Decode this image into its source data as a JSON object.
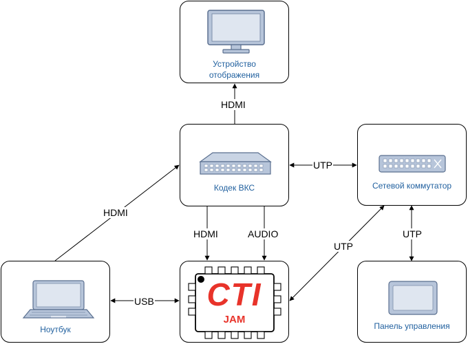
{
  "nodes": {
    "display": {
      "label_line1": "Устройство",
      "label_line2": "отображения",
      "icon": "monitor-icon"
    },
    "codec": {
      "label": "Кодек ВКС",
      "icon": "codec-device-icon"
    },
    "switch": {
      "label": "Сетевой коммутатор",
      "icon": "network-switch-icon"
    },
    "laptop": {
      "label": "Ноутбук",
      "icon": "laptop-icon"
    },
    "jam": {
      "logo_text": "CTI",
      "label": "JAM",
      "icon": "cti-jam-chip-icon"
    },
    "panel": {
      "label": "Панель управления",
      "icon": "touch-panel-icon"
    }
  },
  "edges": {
    "codec_display": "HDMI",
    "codec_switch": "UTP",
    "laptop_codec": "HDMI",
    "codec_jam_hdmi": "HDMI",
    "codec_jam_audio": "AUDIO",
    "jam_switch": "UTP",
    "switch_panel": "UTP",
    "laptop_jam": "USB"
  },
  "colors": {
    "label_blue": "#1f5f9e",
    "device_fill": "#b7c5da",
    "device_stroke": "#5a6f8f",
    "cti_red": "#e8332a"
  }
}
